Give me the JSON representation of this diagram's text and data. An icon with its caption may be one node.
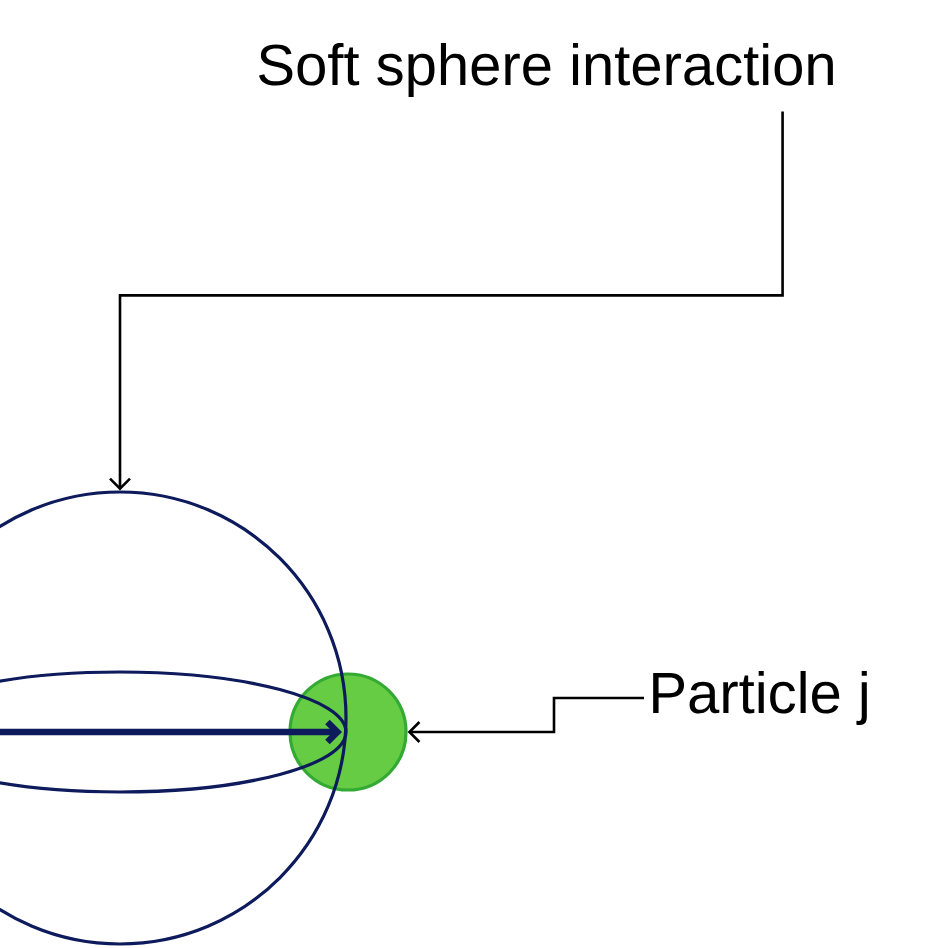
{
  "diagram": {
    "nodes": [
      {
        "text": [
          "Soft sphere interaction"
        ]
      },
      {
        "text": [],
        "shape": "circle"
      },
      {
        "text": [
          "Particle j"
        ]
      },
      {
        "text": [],
        "shape": "circle"
      }
    ],
    "edges": [
      {
        "from": 0,
        "to": 1,
        "arrow": "to"
      },
      {
        "from": 2,
        "to": 3,
        "arrow": "to"
      },
      {
        "from": 1,
        "to": 3,
        "arrow": "to",
        "style": "thick",
        "color": "#0d1a5c"
      }
    ]
  }
}
